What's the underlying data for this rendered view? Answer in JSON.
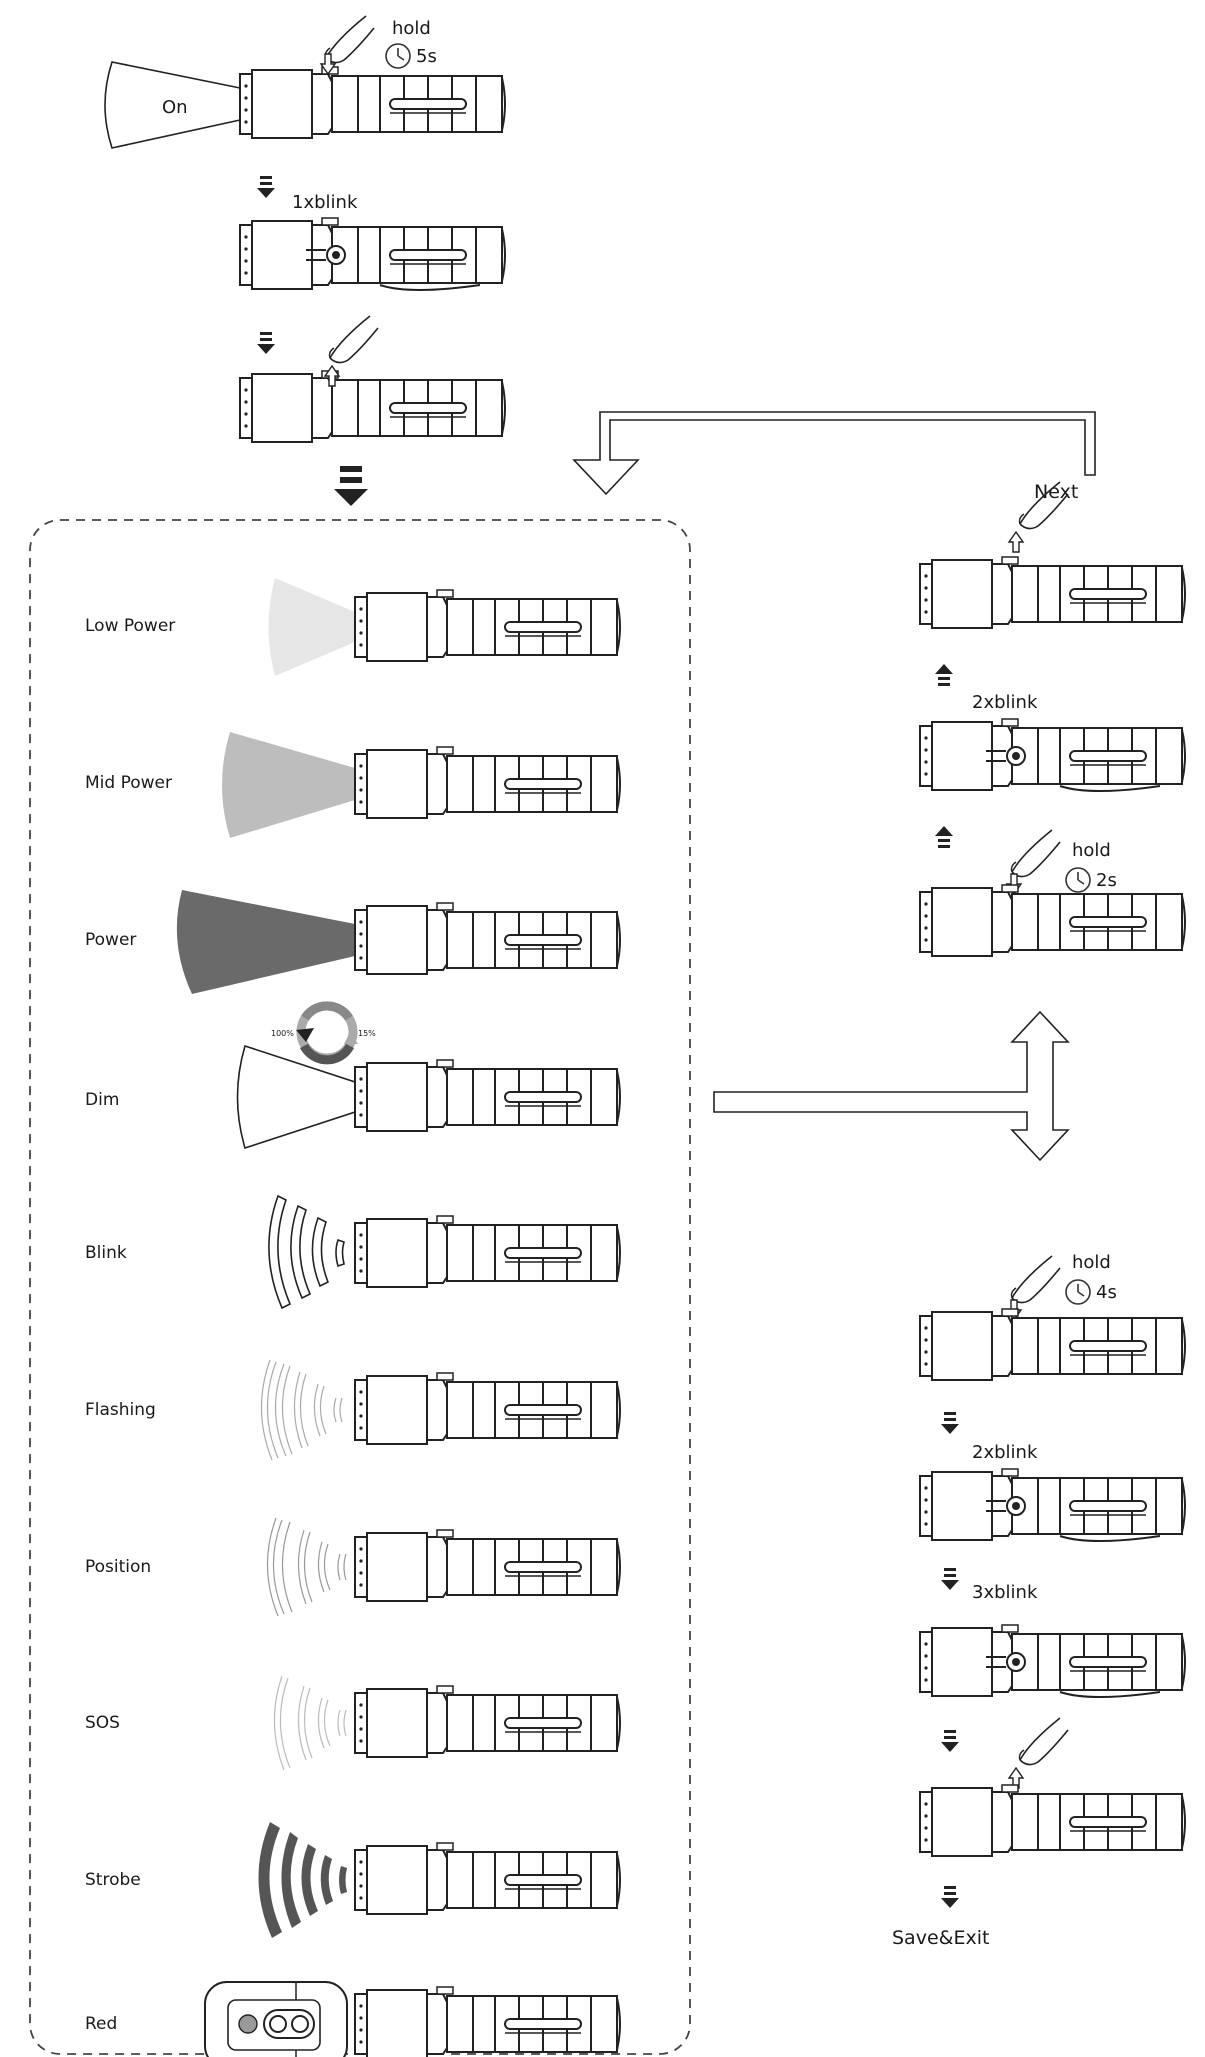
{
  "top": {
    "on_label": "On",
    "hold_label": "hold",
    "hold_time": "5s",
    "blink_label": "1xblink"
  },
  "modes": [
    {
      "label": "Low Power"
    },
    {
      "label": "Mid Power"
    },
    {
      "label": "Power"
    },
    {
      "label": "Dim",
      "dim_max": "100%",
      "dim_min": "15%"
    },
    {
      "label": "Blink"
    },
    {
      "label": "Flashing"
    },
    {
      "label": "Position"
    },
    {
      "label": "SOS"
    },
    {
      "label": "Strobe"
    },
    {
      "label": "Red"
    }
  ],
  "next_path": {
    "next_label": "Next",
    "blink_label": "2xblink",
    "hold_label": "hold",
    "hold_time": "2s"
  },
  "save_path": {
    "hold_label": "hold",
    "hold_time": "4s",
    "blink1_label": "2xblink",
    "blink2_label": "3xblink",
    "exit_label": "Save&Exit"
  }
}
